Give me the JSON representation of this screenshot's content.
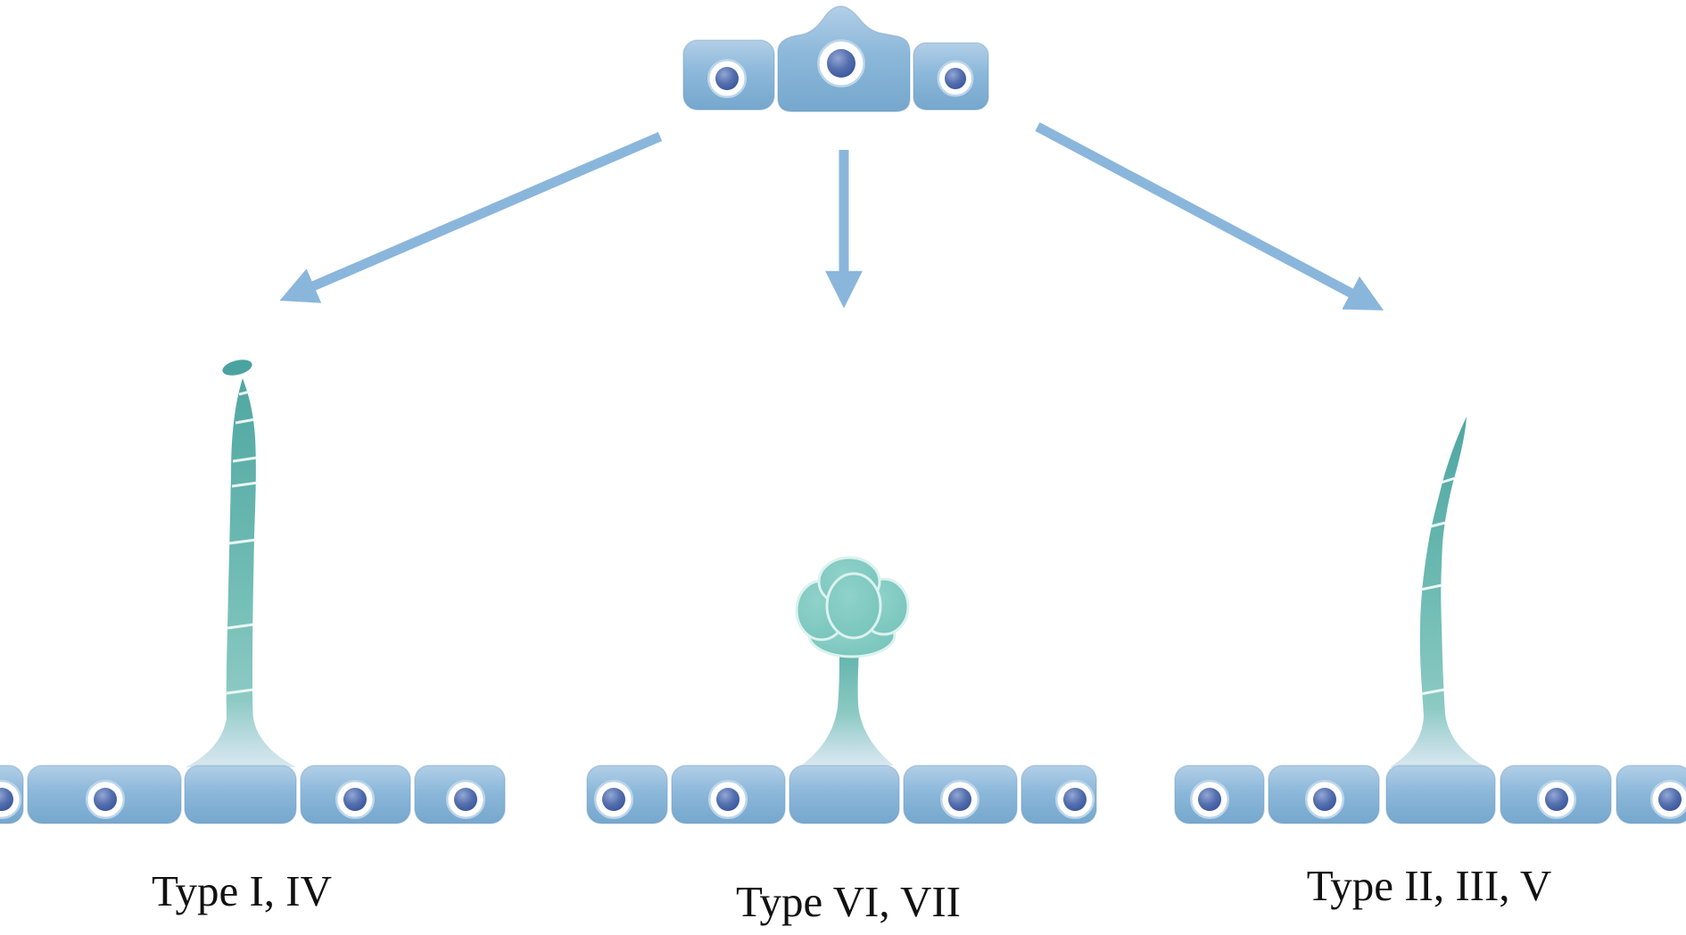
{
  "figure": {
    "background": "#ffffff",
    "labels": {
      "left": "Type I, IV",
      "middle": "Type VI, VII",
      "right": "Type II, III, V"
    },
    "colors": {
      "cell_top": "#b2cfe7",
      "cell_mid": "#8cb8da",
      "cell_bottom": "#76a7cd",
      "cell_edge": "#6f9fc6",
      "nucleus_light": "#93a7d5",
      "nucleus_mid": "#5570ae",
      "nucleus_dark": "#35509a",
      "nucleus_ring": "#ffffff",
      "ring_outer": "#bcd6ea",
      "arrow": "#8ab6dc",
      "stalk_top": "#4fa6a1",
      "stalk_mid": "#6ebbb3",
      "stalk_low": "#8ccac3",
      "head_fill": "#74c2ba",
      "head_line": "#dcf2ee",
      "label_text": "#111111"
    },
    "initial_group": {
      "cells": [
        {
          "nucleus": true
        },
        {
          "nucleus": true,
          "bulge": true
        },
        {
          "nucleus": true
        }
      ]
    },
    "rows": {
      "left": {
        "cells": [
          {
            "nucleus": true
          },
          {
            "nucleus": true
          },
          {
            "nucleus": false,
            "base": true
          },
          {
            "nucleus": true
          },
          {
            "nucleus": true
          }
        ]
      },
      "middle": {
        "cells": [
          {
            "nucleus": true
          },
          {
            "nucleus": true
          },
          {
            "nucleus": false,
            "base": true
          },
          {
            "nucleus": true
          },
          {
            "nucleus": true
          }
        ]
      },
      "right": {
        "cells": [
          {
            "nucleus": true
          },
          {
            "nucleus": true
          },
          {
            "nucleus": false,
            "base": true
          },
          {
            "nucleus": true
          },
          {
            "nucleus": true
          }
        ]
      }
    }
  }
}
